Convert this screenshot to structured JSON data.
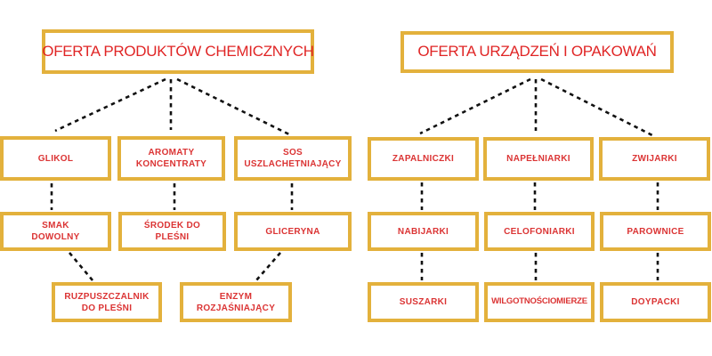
{
  "colors": {
    "box_border_gold": "#e3b13c",
    "label_red": "#db3434",
    "title_red": "#e02525",
    "connector_black": "#111111",
    "background": "#ffffff"
  },
  "left_tree": {
    "title": "OFERTA PRODUKTÓW CHEMICZNYCH",
    "nodes": {
      "glikol": "GLIKOL",
      "aromaty": "AROMATY\nKONCENTRATY",
      "sos": "SOS\nUSZLACHETNIAJĄCY",
      "smak": "SMAK\nDOWOLNY",
      "srodek": "ŚRODEK DO\nPLEŚNI",
      "gliceryna": "GLICERYNA",
      "ruzpuszczalnik": "RUZPUSZCZALNIK\nDO PLEŚNI",
      "enzym": "ENZYM\nROZJAŚNIAJĄCY"
    },
    "connections": [
      [
        "title",
        "glikol"
      ],
      [
        "title",
        "aromaty"
      ],
      [
        "title",
        "sos"
      ],
      [
        "glikol",
        "smak"
      ],
      [
        "aromaty",
        "srodek"
      ],
      [
        "sos",
        "gliceryna"
      ],
      [
        "smak",
        "ruzpuszczalnik"
      ],
      [
        "gliceryna",
        "enzym"
      ]
    ]
  },
  "right_tree": {
    "title": "OFERTA URZĄDZEŃ I OPAKOWAŃ",
    "nodes": {
      "zapalniczki": "ZAPALNICZKI",
      "napelniarki": "NAPEŁNIARKI",
      "zwijarki": "ZWIJARKI",
      "nabijarki": "NABIJARKI",
      "celofoniarki": "CELOFONIARKI",
      "parownice": "PAROWNICE",
      "suszarki": "SUSZARKI",
      "wilgotnosciomierze": "WILGOTNOŚCIOMIERZE",
      "doypacki": "DOYPACKI"
    },
    "connections": [
      [
        "title",
        "zapalniczki"
      ],
      [
        "title",
        "napelniarki"
      ],
      [
        "title",
        "zwijarki"
      ],
      [
        "zapalniczki",
        "nabijarki"
      ],
      [
        "napelniarki",
        "celofoniarki"
      ],
      [
        "zwijarki",
        "parownice"
      ],
      [
        "nabijarki",
        "suszarki"
      ],
      [
        "celofoniarki",
        "wilgotnosciomierze"
      ],
      [
        "parownice",
        "doypacki"
      ]
    ]
  }
}
